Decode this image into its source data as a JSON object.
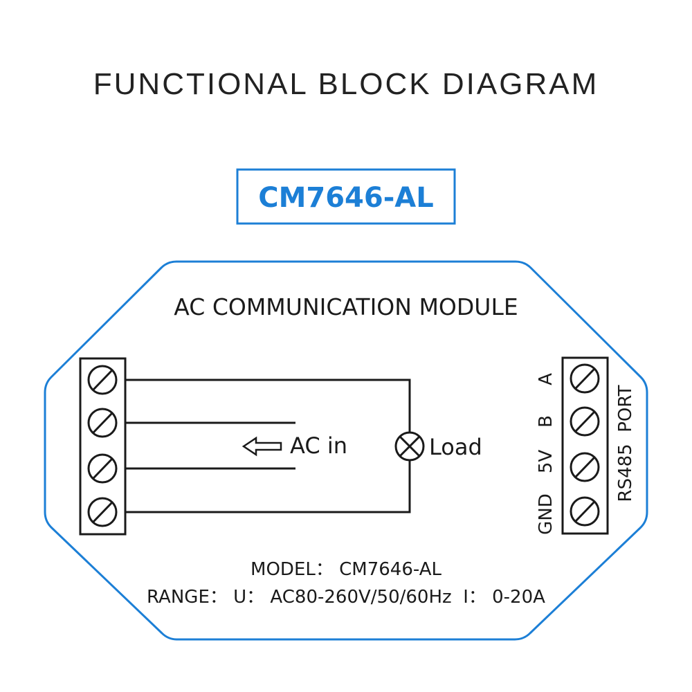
{
  "header": {
    "title": "FUNCTIONAL BLOCK DIAGRAM"
  },
  "badge": {
    "model": "CM7646-AL"
  },
  "module": {
    "title": "AC COMMUNICATION MODULE",
    "ac_in_label": "AC in",
    "load_label": "Load",
    "rs485_pins": [
      "A",
      "B",
      "5V",
      "GND"
    ],
    "port_label": "RS485  PORT",
    "model_line": "MODEL： CM7646-AL",
    "range_line": "RANGE： U： AC80-260V/50/60Hz  I： 0-20A"
  },
  "colors": {
    "accent": "#1c7fd6",
    "line": "#1a1a1a"
  },
  "icons": {
    "terminal": "screw-terminal-icon",
    "arrow": "arrow-left-icon",
    "lamp": "lamp-icon"
  }
}
